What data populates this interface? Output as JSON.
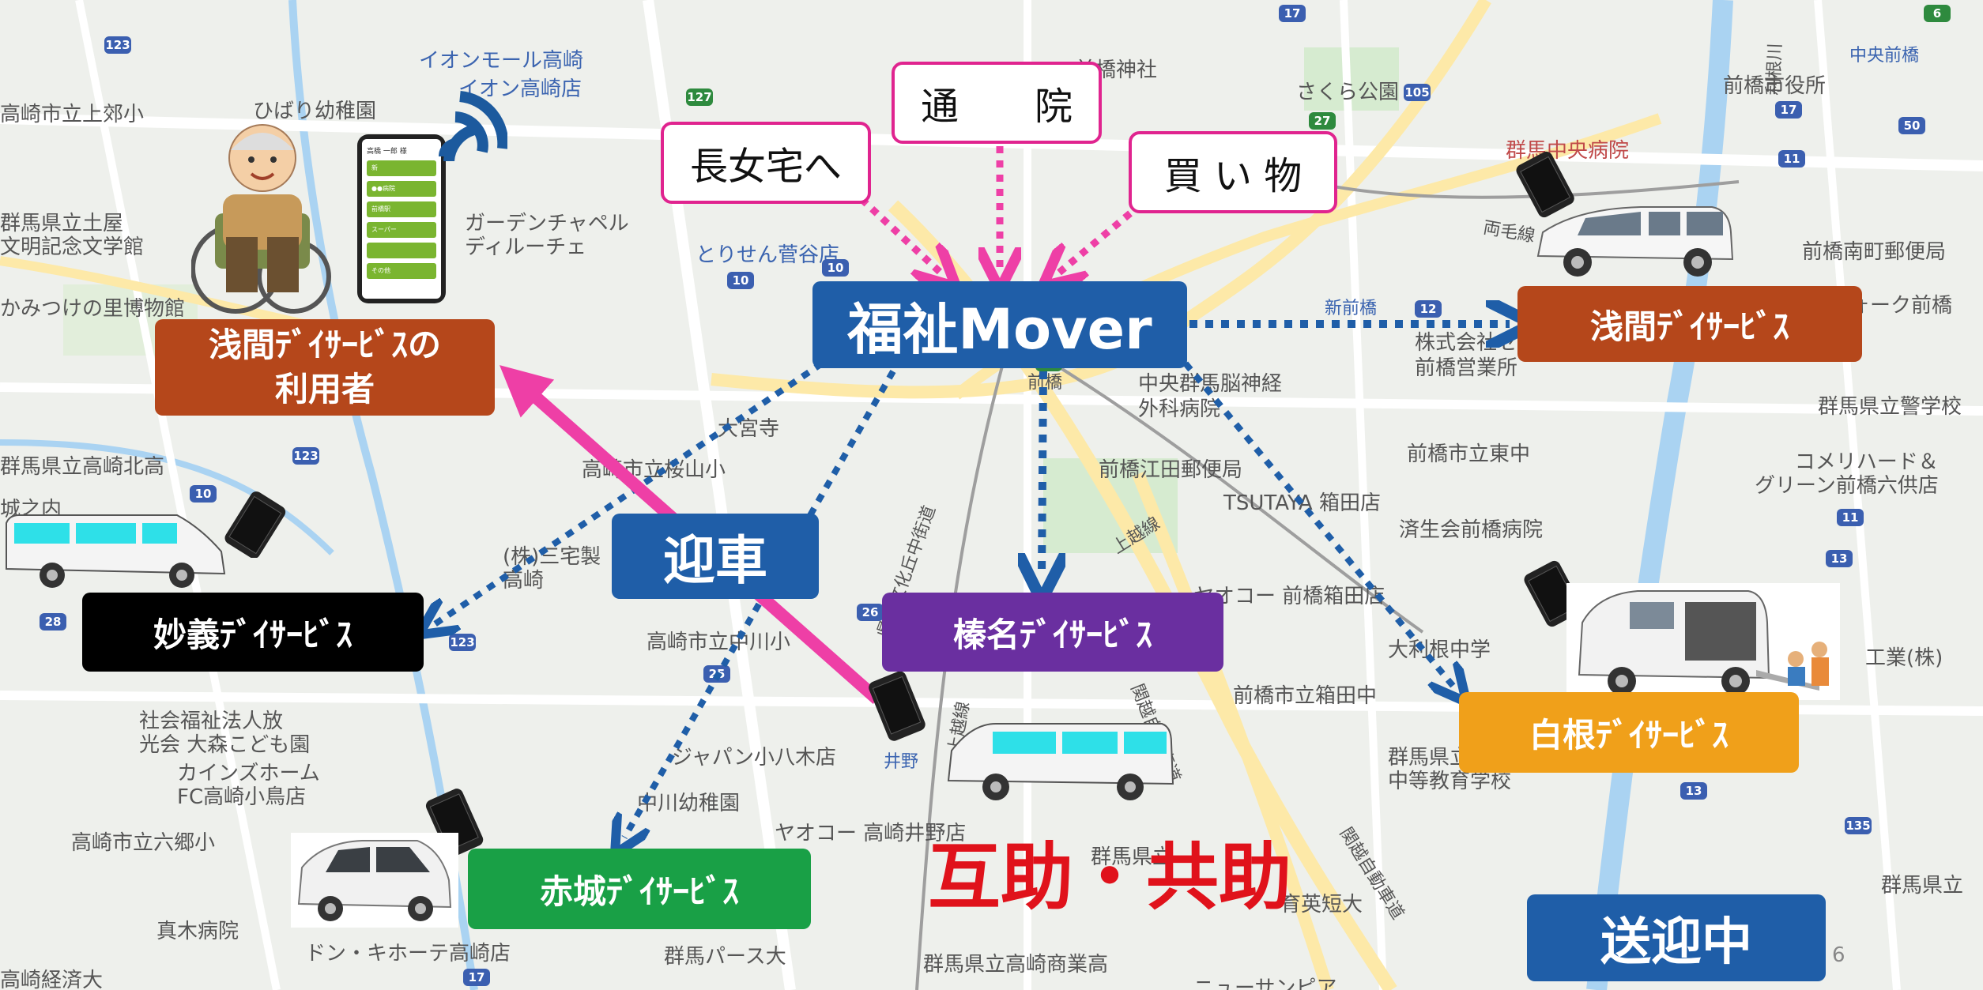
{
  "places": {
    "aeon_mall": "イオンモール高崎",
    "aeon_takasaki": "イオン高崎店",
    "kamiko_school": "高崎市立上郊小",
    "hibari": "ひばり幼稚園",
    "literature_museum": "群馬県立土屋\n文明記念文学館",
    "kamitsuke": "かみつけの里博物館",
    "garden_chapel": "ガーデンチャペル\nディルーチェ",
    "tosen": "とりせん菅谷店",
    "maebashi_shrine": "前橋神社",
    "sakura_park": "さくら公園",
    "maebashi_city_office": "前橋市役所",
    "gunma_chuo_hosp": "群馬中央病院",
    "chuo_maebashi": "中央前橋",
    "maebashi_minami_post": "前橋南町郵便局",
    "shin_maebashi": "新前橋",
    "zen_company": "株式会社ゼンリン\n前橋営業所",
    "chuo_brain": "中央群馬脳神経\n外科病院",
    "kibashi": "前橋",
    "fork_maebashi": "ォーク前橋",
    "keisatsu": "群馬県立警学校",
    "takasaki_kita": "群馬県立高崎北高",
    "daioji": "大宮寺",
    "sakurayama": "高崎市立桜山小",
    "maebashi_eda_post": "前橋江田郵便局",
    "maebashi_tachu": "前橋市立東中",
    "komeri": "コメリハード＆\nグリーン前橋六供店",
    "shironouchi": "城之内",
    "tsutaya": "TSUTAYA 箱田店",
    "saiseikai": "済生会前橋病院",
    "mitakuri": "(株)三宅製\n高崎",
    "yaoko_hakoda": "ヤオコー 前橋箱田店",
    "takasaki_nakagawa": "高崎市立中川小",
    "ooto_nezumi": "大利根中学",
    "maebashi_hakoda_jhs": "前橋市立箱田中",
    "omori": "社会福祉法人放\n光会 大森こども園",
    "cainz": "カインズホーム\nFC高崎小鳥店",
    "japan_ohachiki": "ジャパン小八木店",
    "inoue": "井野",
    "gunma_chuto": "群馬県立\n中等教育学校",
    "takasaki_rokugo": "高崎市立六郷小",
    "nakagawa_kinder": "中川幼稚園",
    "yaoko_takasaki": "ヤオコー 高崎井野店",
    "ikuei": "育英短大",
    "gunma_kenritsu": "群馬県立",
    "maki_hosp": "真木病院",
    "donki": "ドン・キホーテ高崎店",
    "gunma_pars": "群馬パース大",
    "takasaki_shogyo": "群馬県立高崎商業高",
    "takasaki_keizai": "高崎経済大",
    "new_sanpia": "ニューサンピア",
    "kogyo": "工業(株)",
    "gunma_kenritsu2": "群馬県立"
  },
  "roads": {
    "kanetsu": "関越自動車道",
    "joetsu": "上越線",
    "kyu_mikuni": "県道文化丘中街道",
    "joetsu2": "上越線",
    "tonegawa": "利根川",
    "ryomo": "両毛線"
  },
  "route_badges": [
    "123",
    "127",
    "105",
    "17",
    "50",
    "11",
    "10",
    "123",
    "10",
    "28",
    "123",
    "25",
    "26",
    "11",
    "13",
    "135",
    "17",
    "13",
    "27",
    "127",
    "10",
    "12",
    "6",
    "17"
  ],
  "callouts": {
    "daughter": "長女宅へ",
    "hospital": "通　　院",
    "shopping": "買 い 物"
  },
  "hub": {
    "label": "福祉Mover",
    "color": "#1f5ea8"
  },
  "user_box": {
    "label": "浅間ﾃﾞｲｻｰﾋﾞｽの\n利用者",
    "color": "#b5471b"
  },
  "services": {
    "asama": {
      "label": "浅間ﾃﾞｲｻｰﾋﾞｽ",
      "color": "#b5471b"
    },
    "myogi": {
      "label": "妙義ﾃﾞｲｻｰﾋﾞｽ",
      "color": "#000000"
    },
    "haruna": {
      "label": "榛名ﾃﾞｲｻｰﾋﾞｽ",
      "color": "#6a2fa0"
    },
    "shirane": {
      "label": "白根ﾃﾞｲｻｰﾋﾞｽ",
      "color": "#f0a01a"
    },
    "akagi": {
      "label": "赤城ﾃﾞｲｻｰﾋﾞｽ",
      "color": "#19a046"
    }
  },
  "pickup": {
    "label": "迎車",
    "color": "#1f5ea8"
  },
  "mutual_aid": "互助・共助",
  "in_transit": {
    "label": "送迎中",
    "color": "#1f5ea8"
  },
  "app_screen": {
    "user_name": "高橋 一郎 様",
    "rows": [
      "新",
      "●●病院",
      "前橋駅",
      "スーパー",
      "",
      "その他"
    ]
  },
  "page_number": "6",
  "colors": {
    "arrow_pink": "#ee3fa6",
    "arrow_blue": "#1f5ea8"
  }
}
